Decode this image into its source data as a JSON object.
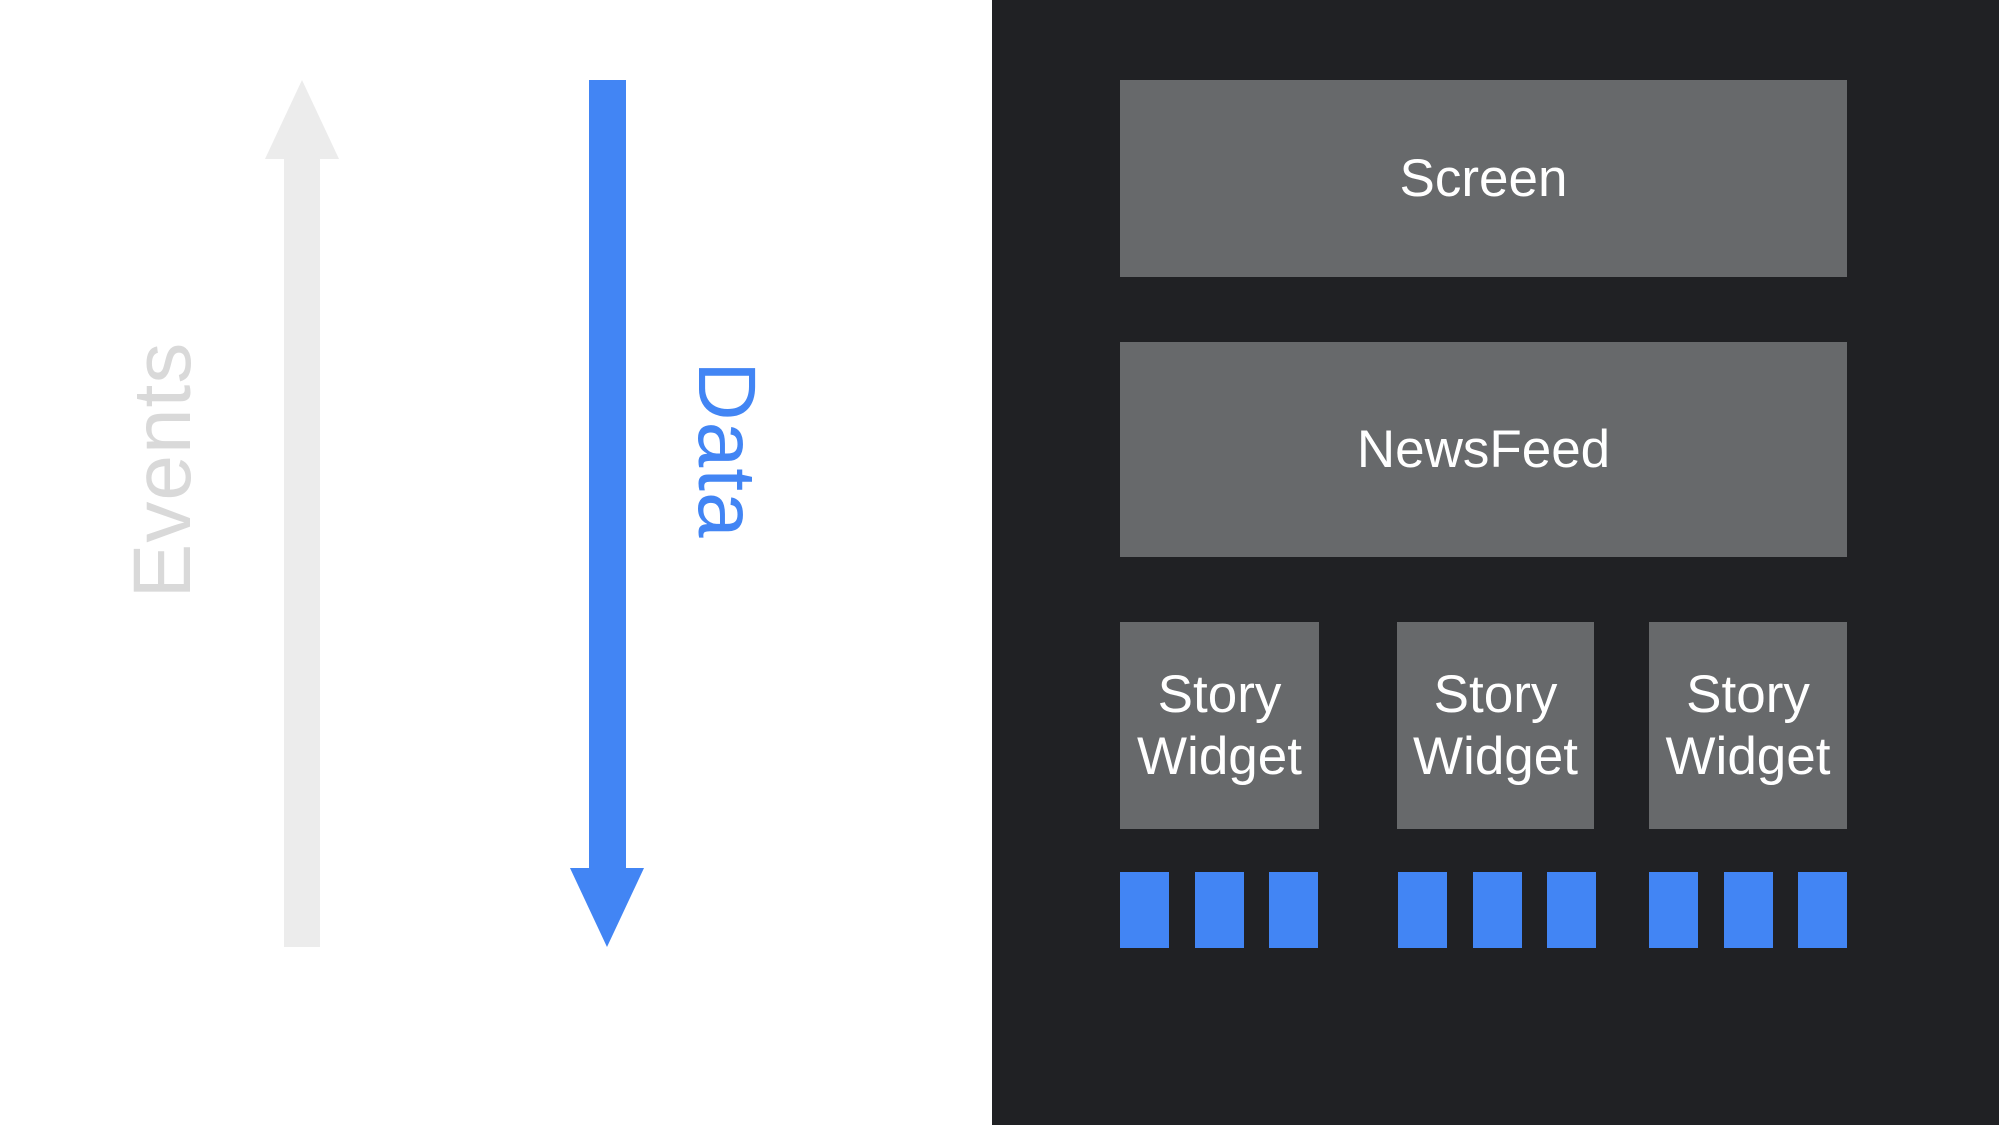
{
  "slide": {
    "left_panel": {
      "events_label": "Events",
      "events_arrow_direction": "up",
      "data_label": "Data",
      "data_arrow_direction": "down"
    },
    "right_panel": {
      "screen_box_label": "Screen",
      "newsfeed_box_label": "NewsFeed",
      "story_boxes": [
        {
          "line1": "Story",
          "line2": "Widget"
        },
        {
          "line1": "Story",
          "line2": "Widget"
        },
        {
          "line1": "Story",
          "line2": "Widget"
        }
      ],
      "data_squares_per_widget": 3
    }
  },
  "colors": {
    "background_left": "#ffffff",
    "background_right": "#202124",
    "widget_box_gray": "#67696b",
    "widget_text_white": "#ffffff",
    "accent_blue": "#4285f4",
    "events_arrow_gray": "#ececec",
    "events_label_gray": "#d9d9d9"
  }
}
